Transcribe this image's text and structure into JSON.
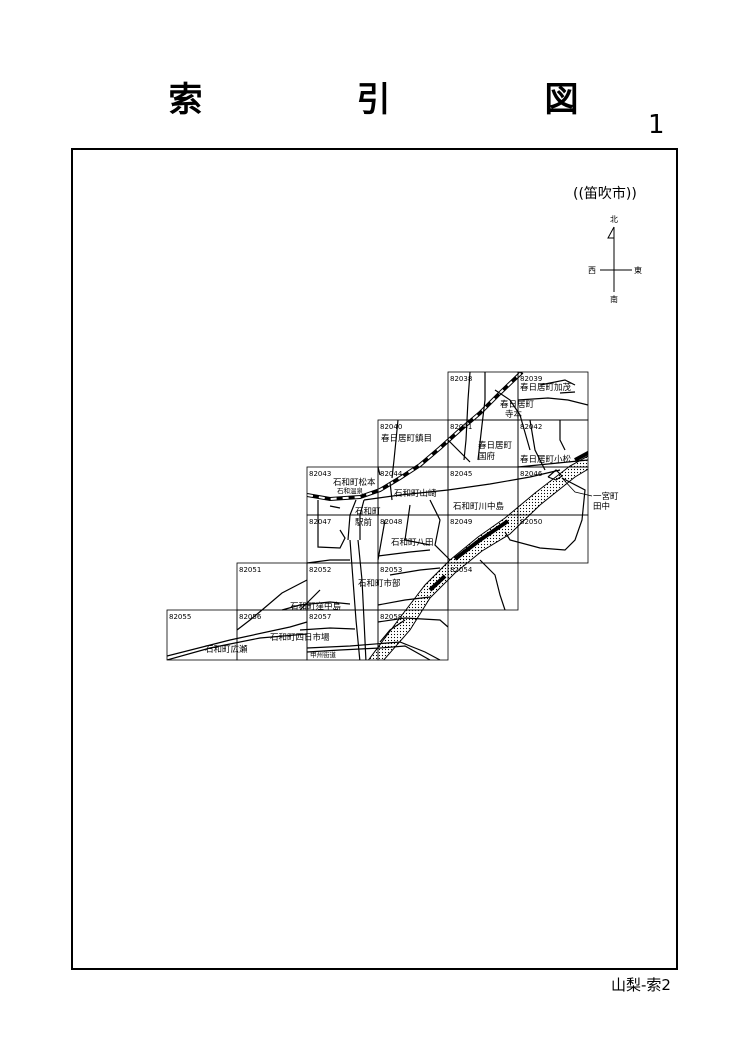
{
  "title": "索　引　図",
  "page_number": "1",
  "city": "((笛吹市))",
  "footer": "山梨-索2",
  "compass": {
    "north": "北",
    "south": "南",
    "east": "東",
    "west": "西"
  },
  "tiles": [
    "82038",
    "82039",
    "82040",
    "82041",
    "82042",
    "82043",
    "82044",
    "82045",
    "82046",
    "82047",
    "82048",
    "82049",
    "82050",
    "82051",
    "82052",
    "82053",
    "82054",
    "82055",
    "82056",
    "82057",
    "82058"
  ],
  "places": {
    "kasugai_kamo": "春日居町加茂",
    "kasugai": "春日居町",
    "teramoto": "寺本",
    "kasugai_chinme": "春日居町鎮目",
    "kokufu_1": "春日居町",
    "kokufu_2": "国府",
    "kasugai_komatsu": "春日居町小松",
    "isawa_matsumoto": "石和町松本",
    "isawa_onsen": "石和温泉",
    "isawa_yamazaki": "石和町山崎",
    "isawa_kawanakajima": "石和町川中島",
    "ichinomiya_1": "一宮町",
    "ichinomiya_2": "田中",
    "isawa_ekimae_1": "石和町",
    "isawa_ekimae_2": "駅前",
    "isawa_hatta": "石和町八田",
    "isawa_ichibe": "石和町市部",
    "isawa_kubonakajima": "石和町窪中島",
    "isawa_yokkaichiba": "石和町四日市場",
    "isawa_hirose": "石和町広瀬",
    "koshu_kaido": "甲州街道"
  }
}
